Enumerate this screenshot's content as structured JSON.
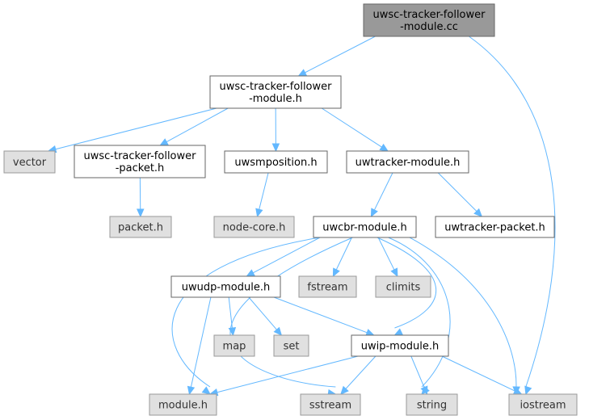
{
  "diagram": {
    "nodes": [
      {
        "id": "root",
        "label": [
          "uwsc-tracker-follower",
          "-module.cc"
        ],
        "kind": "root"
      },
      {
        "id": "module_h",
        "label": [
          "uwsc-tracker-follower",
          "-module.h"
        ],
        "kind": "file"
      },
      {
        "id": "vector",
        "label": [
          "vector"
        ],
        "kind": "sys"
      },
      {
        "id": "packet_h",
        "label": [
          "uwsc-tracker-follower",
          "-packet.h"
        ],
        "kind": "file"
      },
      {
        "id": "uwsmposition",
        "label": [
          "uwsmposition.h"
        ],
        "kind": "file"
      },
      {
        "id": "uwtracker_module",
        "label": [
          "uwtracker-module.h"
        ],
        "kind": "file"
      },
      {
        "id": "packet",
        "label": [
          "packet.h"
        ],
        "kind": "sys"
      },
      {
        "id": "node_core",
        "label": [
          "node-core.h"
        ],
        "kind": "sys"
      },
      {
        "id": "uwcbr",
        "label": [
          "uwcbr-module.h"
        ],
        "kind": "file"
      },
      {
        "id": "uwtracker_packet",
        "label": [
          "uwtracker-packet.h"
        ],
        "kind": "file"
      },
      {
        "id": "uwudp",
        "label": [
          "uwudp-module.h"
        ],
        "kind": "file"
      },
      {
        "id": "fstream",
        "label": [
          "fstream"
        ],
        "kind": "sys"
      },
      {
        "id": "climits",
        "label": [
          "climits"
        ],
        "kind": "sys"
      },
      {
        "id": "map",
        "label": [
          "map"
        ],
        "kind": "sys"
      },
      {
        "id": "set",
        "label": [
          "set"
        ],
        "kind": "sys"
      },
      {
        "id": "uwip",
        "label": [
          "uwip-module.h"
        ],
        "kind": "file"
      },
      {
        "id": "module",
        "label": [
          "module.h"
        ],
        "kind": "sys"
      },
      {
        "id": "sstream",
        "label": [
          "sstream"
        ],
        "kind": "sys"
      },
      {
        "id": "string",
        "label": [
          "string"
        ],
        "kind": "sys"
      },
      {
        "id": "iostream",
        "label": [
          "iostream"
        ],
        "kind": "sys"
      }
    ],
    "edges": [
      [
        "root",
        "module_h"
      ],
      [
        "root",
        "iostream"
      ],
      [
        "module_h",
        "vector"
      ],
      [
        "module_h",
        "packet_h"
      ],
      [
        "module_h",
        "uwsmposition"
      ],
      [
        "module_h",
        "uwtracker_module"
      ],
      [
        "packet_h",
        "packet"
      ],
      [
        "uwsmposition",
        "node_core"
      ],
      [
        "uwtracker_module",
        "uwcbr"
      ],
      [
        "uwtracker_module",
        "uwtracker_packet"
      ],
      [
        "uwcbr",
        "uwudp"
      ],
      [
        "uwcbr",
        "fstream"
      ],
      [
        "uwcbr",
        "climits"
      ],
      [
        "uwcbr",
        "uwip"
      ],
      [
        "uwcbr",
        "module"
      ],
      [
        "uwcbr",
        "sstream"
      ],
      [
        "uwcbr",
        "string"
      ],
      [
        "uwcbr",
        "iostream"
      ],
      [
        "uwudp",
        "map"
      ],
      [
        "uwudp",
        "set"
      ],
      [
        "uwudp",
        "uwip"
      ],
      [
        "uwudp",
        "module"
      ],
      [
        "uwip",
        "module"
      ],
      [
        "uwip",
        "sstream"
      ],
      [
        "uwip",
        "string"
      ],
      [
        "uwip",
        "iostream"
      ]
    ]
  }
}
